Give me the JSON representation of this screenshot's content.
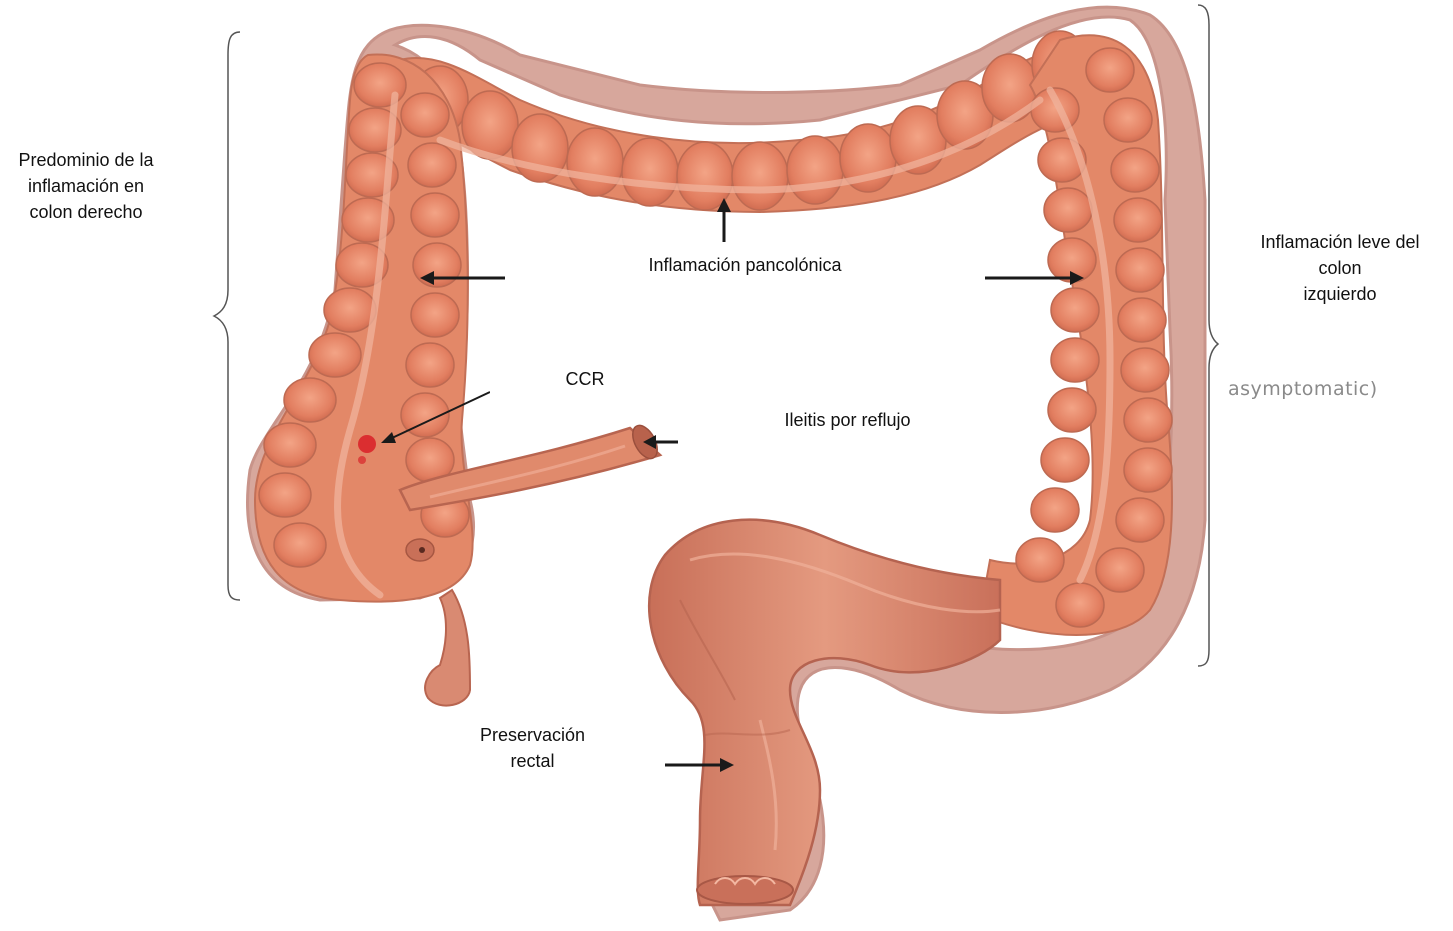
{
  "labels": {
    "right_colon": [
      "Predominio de la",
      "inflamación en",
      "colon derecho"
    ],
    "pancolonic": "Inflamación pancolónica",
    "left_colon": [
      "Inflamación leve del",
      "colon",
      "izquierdo"
    ],
    "ccr": "CCR",
    "ileitis": "Ileitis por reflujo",
    "rectal": [
      "Preservación",
      "rectal"
    ],
    "faded_overlay": "asymptomatic)"
  },
  "colors": {
    "colon_outline": "#c8948a",
    "colon_fill": "#e48a6c",
    "colon_haustra": "#d9765a",
    "taenia": "#e9a88f",
    "rectum_fill": "#d8806a",
    "lesion": "#d9252a",
    "arrow": "#1a1a1a",
    "bracket": "#555555"
  }
}
